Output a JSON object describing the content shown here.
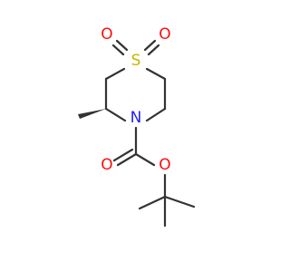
{
  "colors": {
    "bond": "#333333",
    "sulfur": "#c8b400",
    "oxygen": "#ff0d0d",
    "nitrogen": "#2020ff",
    "background": "#ffffff"
  },
  "atoms": {
    "sulfur": "S",
    "oxygen_left": "O",
    "oxygen_right": "O",
    "nitrogen": "N",
    "oxygen_carbonyl": "O",
    "oxygen_ester": "O"
  }
}
